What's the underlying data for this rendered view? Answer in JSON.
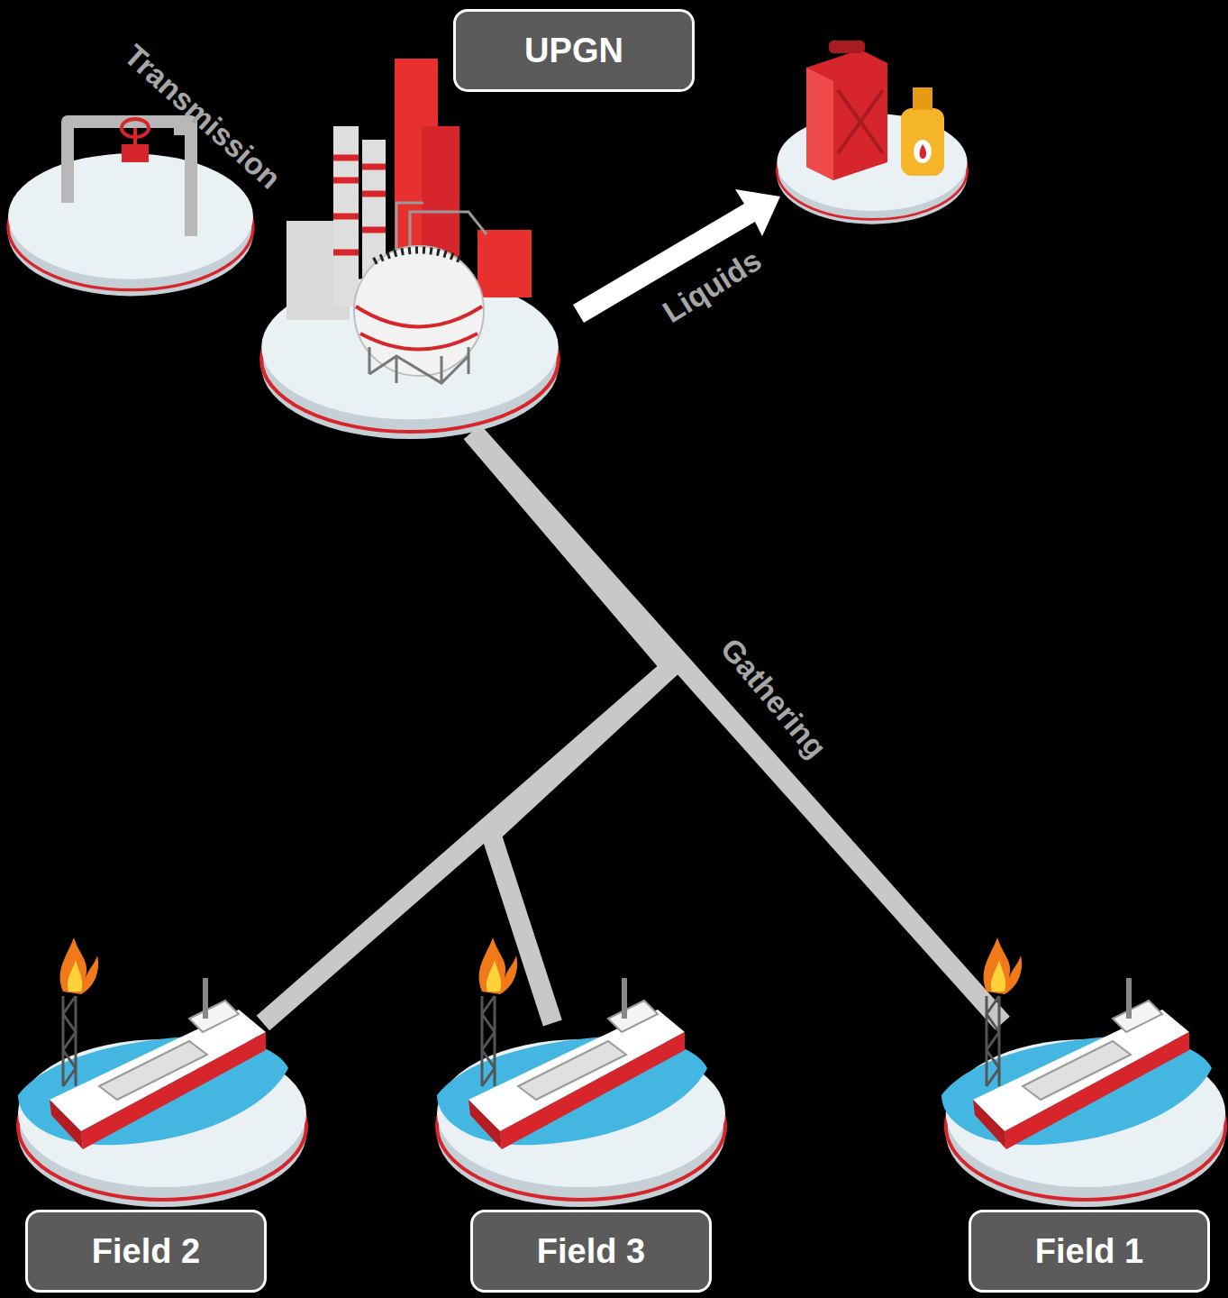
{
  "diagram": {
    "nodes": [
      {
        "text": [
          "UPGN"
        ]
      },
      {
        "text": [
          "Field 2"
        ]
      },
      {
        "text": [
          "Field 3"
        ]
      },
      {
        "text": [
          "Field 1"
        ]
      }
    ],
    "edges": [
      {
        "from": 1,
        "to": 0,
        "arrow": "none"
      },
      {
        "from": 2,
        "to": 0,
        "arrow": "none"
      },
      {
        "from": 3,
        "to": 0,
        "label": "Gathering",
        "arrow": "none"
      }
    ],
    "labels": [
      "Transmission",
      "Liquids"
    ]
  }
}
